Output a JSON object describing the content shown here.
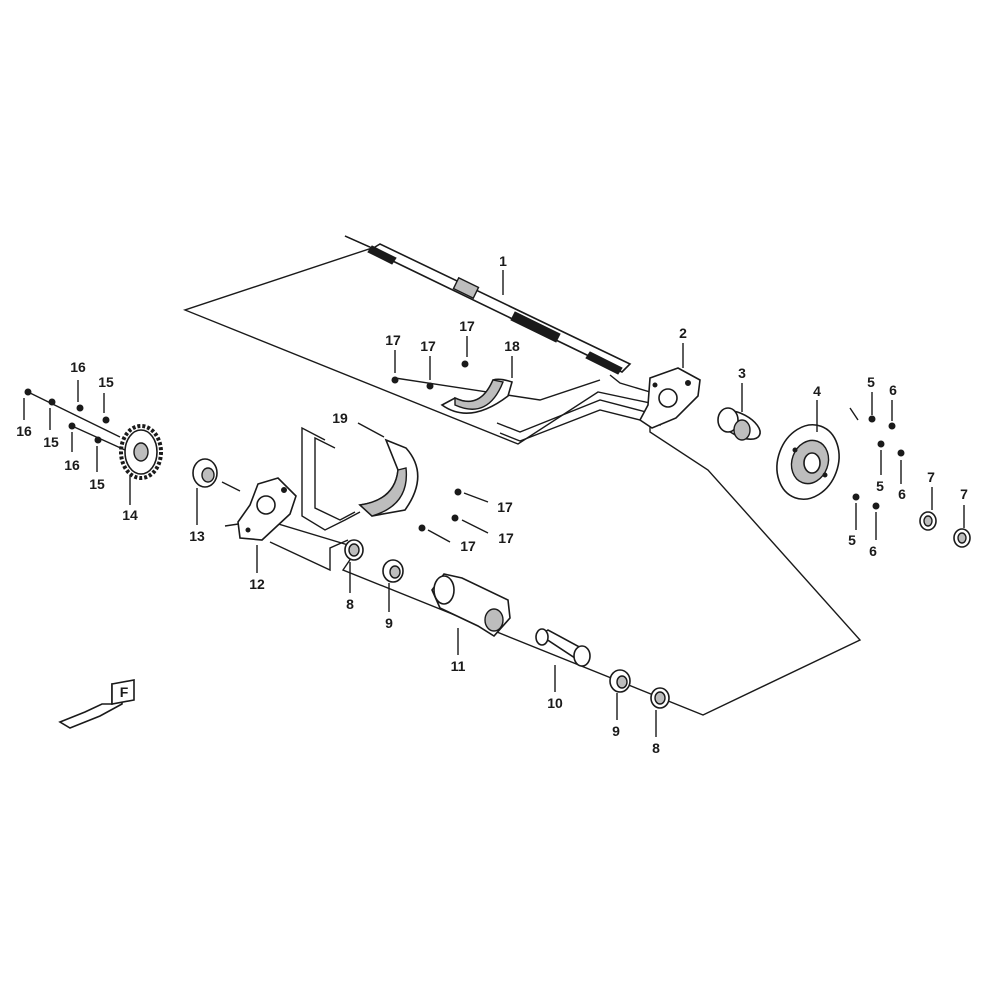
{
  "callouts": {
    "c1": "1",
    "c2": "2",
    "c3": "3",
    "c4": "4",
    "c5a": "5",
    "c5b": "5",
    "c5c": "5",
    "c6a": "6",
    "c6b": "6",
    "c6c": "6",
    "c7a": "7",
    "c7b": "7",
    "c8a": "8",
    "c8b": "8",
    "c9a": "9",
    "c9b": "9",
    "c10": "10",
    "c11": "11",
    "c12": "12",
    "c13": "13",
    "c14": "14",
    "c15a": "15",
    "c15b": "15",
    "c15c": "15",
    "c16a": "16",
    "c16b": "16",
    "c16c": "16",
    "c17a": "17",
    "c17b": "17",
    "c17c": "17",
    "c17d": "17",
    "c17e": "17",
    "c17f": "17",
    "c18": "18",
    "c19": "19"
  },
  "direction_marker": "F"
}
